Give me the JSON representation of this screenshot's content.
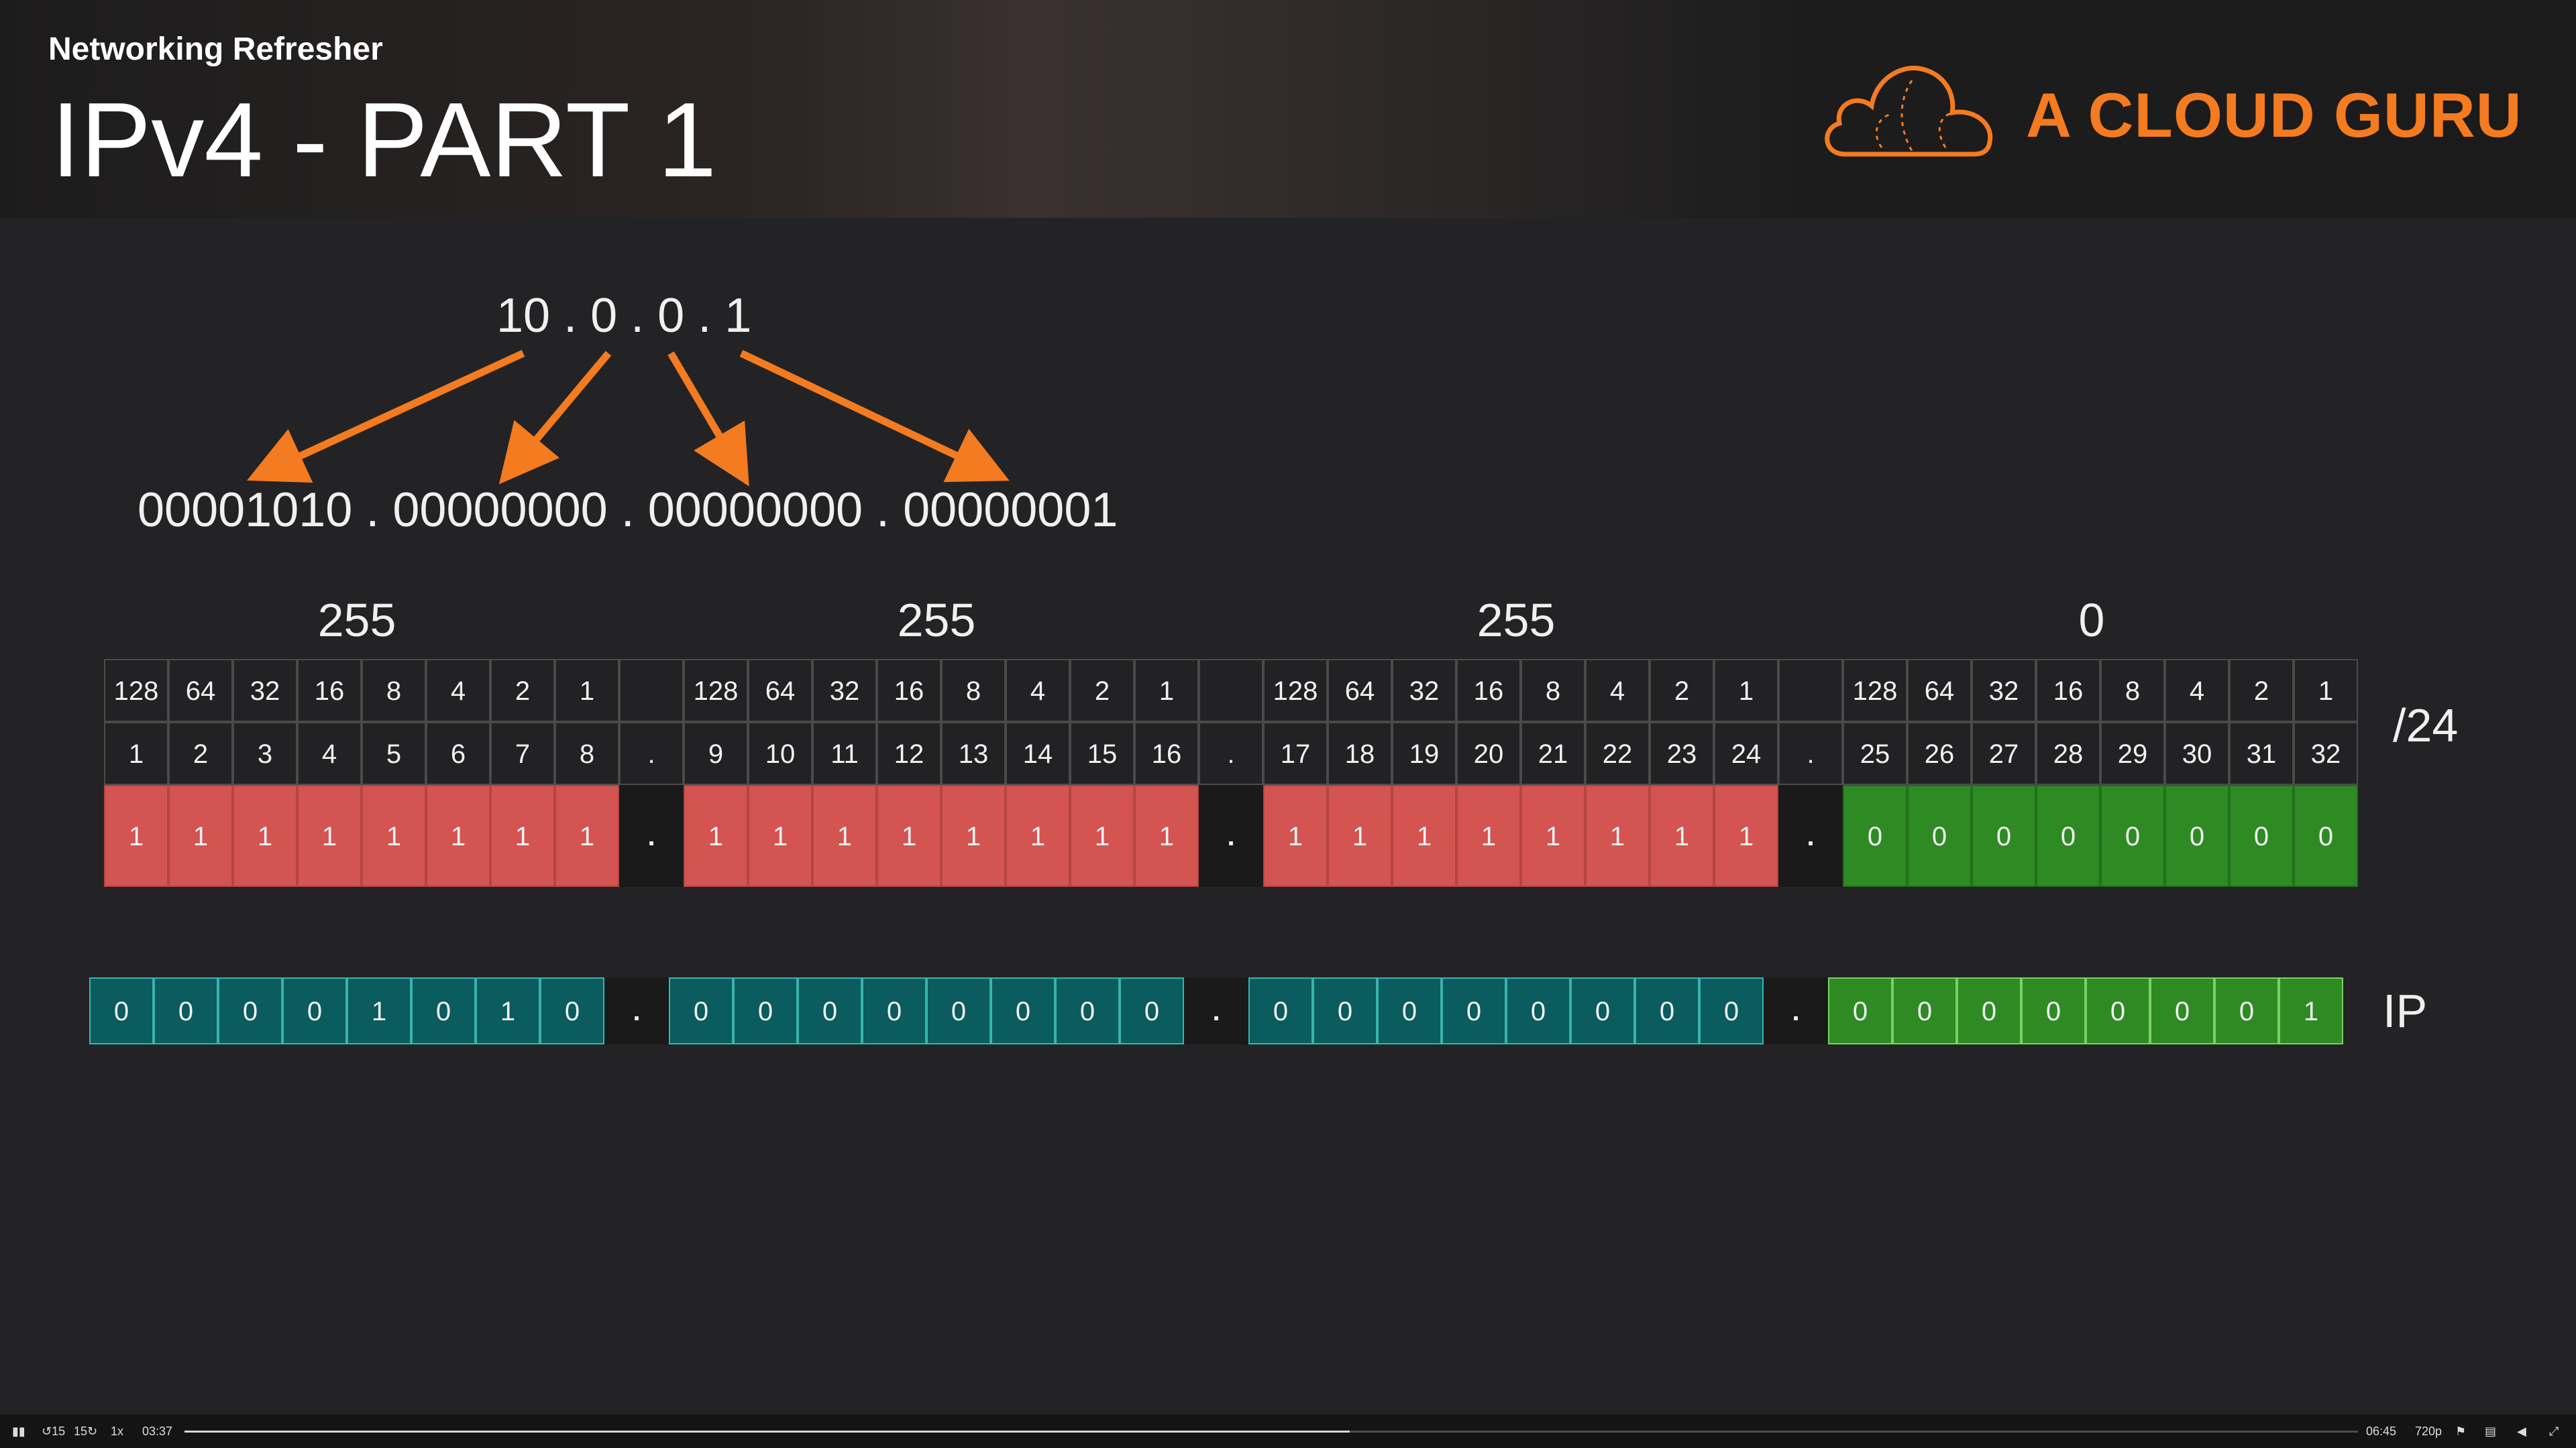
{
  "header": {
    "subtitle": "Networking Refresher",
    "title": "IPv4 - PART 1",
    "logo_text": "A CLOUD GURU"
  },
  "diagram": {
    "dotted_ip": "10 . 0 . 0 . 1",
    "binary_ip": "00001010 . 00000000 . 00000000 . 00000001",
    "octet_values": [
      "255",
      "255",
      "255",
      "0"
    ],
    "weights": [
      "128",
      "64",
      "32",
      "16",
      "8",
      "4",
      "2",
      "1"
    ],
    "mask_bits": [
      "11111111",
      "11111111",
      "11111111",
      "00000000"
    ],
    "ip_bits": [
      "00001010",
      "00000000",
      "00000000",
      "00000001"
    ],
    "separator": ".",
    "prefix_label": "/24",
    "ip_label": "IP"
  },
  "player": {
    "pause_icon": "pause-icon",
    "skip_back_label": "15",
    "skip_forward_label": "15",
    "speed": "1x",
    "current_time": "03:37",
    "duration": "06:45",
    "quality": "720p",
    "progress": 0.536
  },
  "colors": {
    "mask_on": "#d45451",
    "mask_off": "#2e8b24",
    "ip_network": "#0a5c5e",
    "ip_host": "#2e8b24",
    "accent": "#f47b20"
  }
}
